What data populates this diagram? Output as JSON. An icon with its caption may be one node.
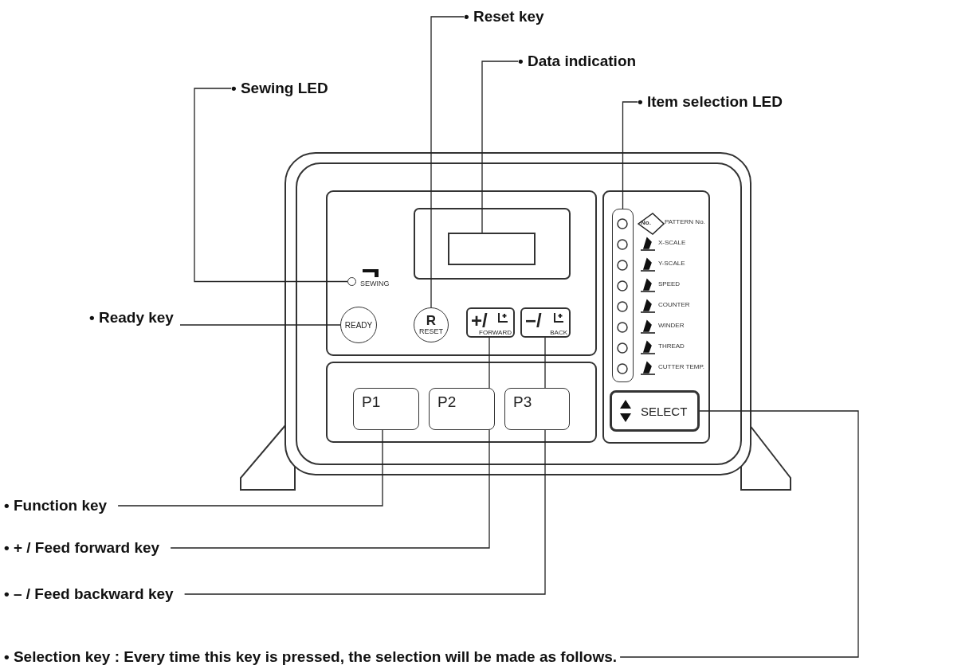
{
  "diagram": {
    "nodes": [
      {
        "text": [
          "• Sewing LED"
        ]
      },
      {
        "text": [
          "• Reset key"
        ]
      },
      {
        "text": [
          "• Data indication"
        ]
      },
      {
        "text": [
          "• Item selection LED"
        ]
      },
      {
        "text": [
          "• Ready key"
        ]
      },
      {
        "text": [
          "• Function key"
        ]
      },
      {
        "text": [
          "• + / Feed forward key"
        ]
      },
      {
        "text": [
          "• – / Feed backward key"
        ]
      },
      {
        "text": [
          "• Selection key : Every time this key is pressed, the selection will be made as follows."
        ]
      },
      {
        "text": [],
        "shape": "circle",
        "beside": [
          "SEWING"
        ]
      },
      {
        "text": [
          "READY"
        ]
      },
      {
        "text": [
          "R",
          "RESET"
        ]
      },
      {
        "text": [],
        "shape": "box"
      },
      {
        "text": [
          "+/",
          "FORWARD"
        ]
      },
      {
        "text": [
          "−/",
          "BACK"
        ]
      },
      {
        "text": [
          "P1"
        ]
      },
      {
        "text": [
          "P2"
        ]
      },
      {
        "text": [
          "P3"
        ]
      },
      {
        "text": [],
        "shape": "bar"
      },
      {
        "text": [
          "SELECT"
        ]
      }
    ],
    "edges": [
      {
        "from": 0,
        "to": 9,
        "arrow": "none"
      },
      {
        "from": 1,
        "to": 11,
        "arrow": "none"
      },
      {
        "from": 2,
        "to": 12,
        "arrow": "none"
      },
      {
        "from": 3,
        "to": 18,
        "arrow": "none"
      },
      {
        "from": 4,
        "to": 10,
        "arrow": "none"
      },
      {
        "from": 5,
        "to": 15,
        "arrow": "none"
      },
      {
        "from": 6,
        "to": 13,
        "arrow": "none"
      },
      {
        "from": 7,
        "to": 14,
        "arrow": "none"
      },
      {
        "from": 8,
        "to": 19,
        "arrow": "none"
      }
    ],
    "labels": [
      "No.",
      "PATTERN No.",
      "X-SCALE",
      "Y-SCALE",
      "SPEED",
      "COUNTER",
      "WINDER",
      "THREAD",
      "CUTTER TEMP."
    ]
  }
}
